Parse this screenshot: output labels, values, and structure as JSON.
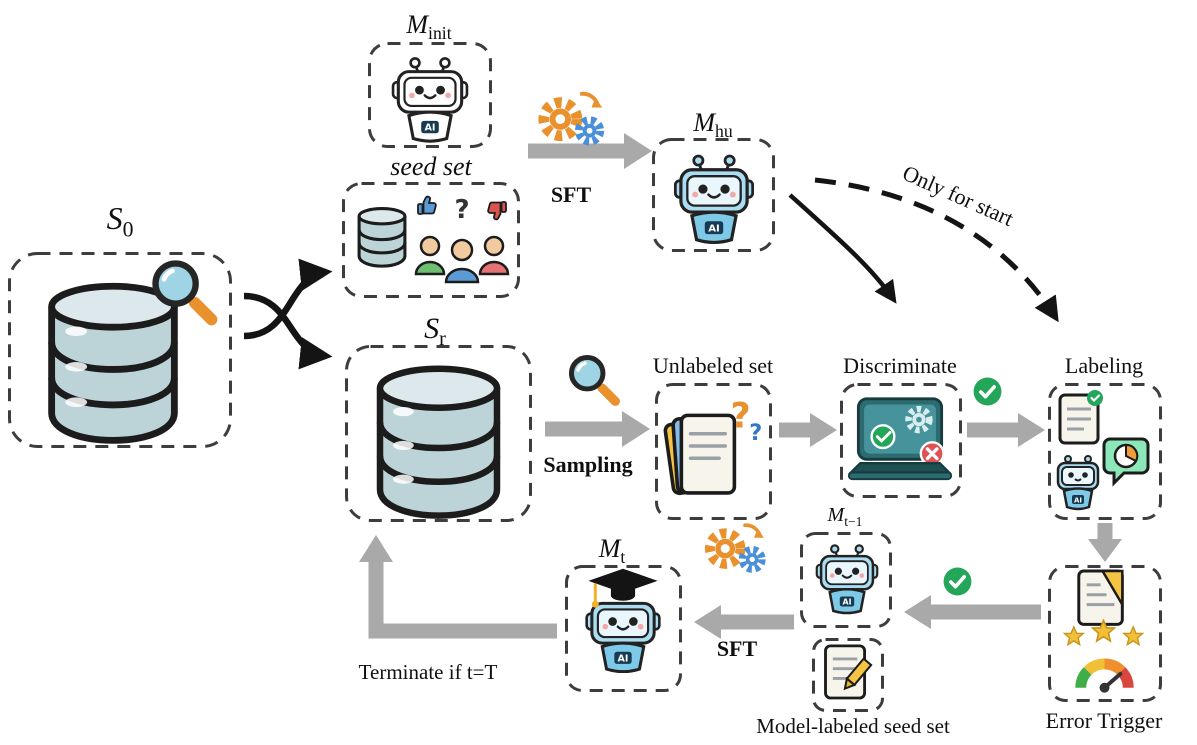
{
  "nodes": {
    "s0": {
      "symbol": "S",
      "subscript": "0"
    },
    "m_init": {
      "symbol": "M",
      "subscript": "init"
    },
    "seed_set": {
      "label": "seed set"
    },
    "m_hu": {
      "symbol": "M",
      "subscript": "hu"
    },
    "s_r": {
      "symbol": "S",
      "subscript": "r"
    },
    "unlabeled_set": {
      "label": "Unlabeled set"
    },
    "discriminate": {
      "label": "Discriminate"
    },
    "labeling": {
      "label": "Labeling"
    },
    "error_trigger": {
      "label": "Error Trigger"
    },
    "m_t_minus_1": {
      "symbol": "M",
      "subscript": "t−1"
    },
    "model_labeled_seed_set": {
      "label": "Model-labeled seed set"
    },
    "m_t": {
      "symbol": "M",
      "subscript": "t"
    }
  },
  "edges": {
    "sft_top": {
      "label": "SFT"
    },
    "sampling": {
      "label": "Sampling"
    },
    "only_for_start": {
      "label": "Only for start"
    },
    "sft_bottom": {
      "label": "SFT"
    },
    "terminate": {
      "label": "Terminate if t=T"
    }
  },
  "icon_text": {
    "ai_badge": "AI",
    "question_big": "?",
    "question_small": "?",
    "question_people": "?"
  },
  "colors": {
    "arrow_gray": "#a9a9a9",
    "dashed_border": "#3d3d3d",
    "check_green": "#23a55a",
    "error_red": "#e05252",
    "accent_orange": "#e8912d",
    "accent_blue": "#4a90d9",
    "database_fill": "#bcd3d8",
    "robot_blue": "#aadcf2",
    "doc_yellow": "#f6c445",
    "bubble_green": "#8ce8b8"
  }
}
